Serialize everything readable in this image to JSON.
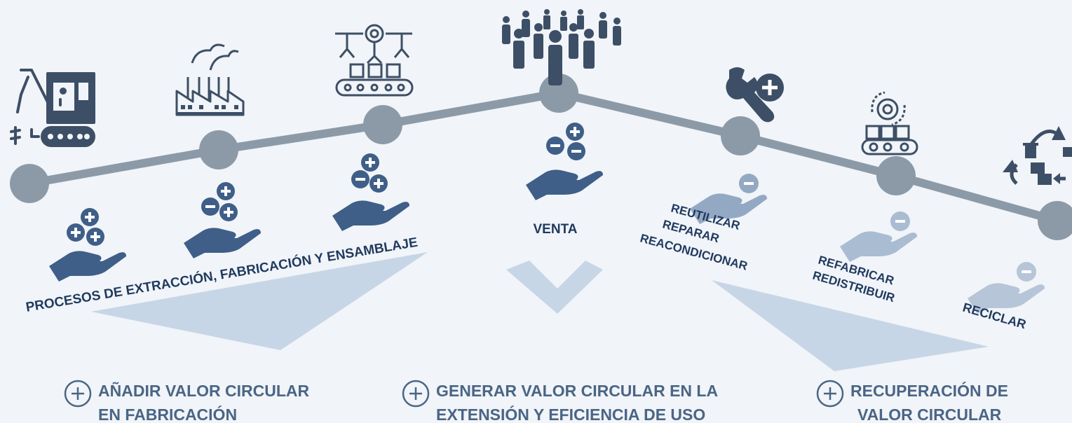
{
  "colors": {
    "background": "#f1f4f8",
    "line": "#8c9aa8",
    "node": "#8c9aa8",
    "icon": "#3d4f66",
    "hand_dark": "#3f5f88",
    "hand_light": "#93a9c3",
    "hand_lighter": "#b6c5d7",
    "label": "#1f3a5f",
    "bottom_text": "#4a6585",
    "funnel": "#c7d6e6"
  },
  "stages": [
    {
      "id": "extraccion",
      "icon": "mining-excavator-icon"
    },
    {
      "id": "fabricacion",
      "icon": "factory-icon"
    },
    {
      "id": "ensamblaje",
      "icon": "assembly-line-icon"
    },
    {
      "id": "venta",
      "icon": "crowd-icon"
    },
    {
      "id": "reutilizar",
      "icon": "wrench-plus-icon"
    },
    {
      "id": "refabricar",
      "icon": "remanufacture-conveyor-icon"
    },
    {
      "id": "reciclar",
      "icon": "recycle-cycle-icon"
    }
  ],
  "labels": {
    "procesos": "PROCESOS DE EXTRACCIÓN, FABRICACIÓN Y ENSAMBLAJE",
    "venta": "VENTA",
    "reutilizar": [
      "REUTILIZAR",
      "REPARAR",
      "REACONDICIONAR"
    ],
    "refabricar": [
      "REFABRICAR",
      "REDISTRIBUIR"
    ],
    "reciclar": "RECICLAR"
  },
  "bottom": [
    {
      "icon": "plus-circle-icon",
      "lines": [
        "AÑADIR VALOR CIRCULAR",
        "EN FABRICACIÓN"
      ]
    },
    {
      "icon": "plus-circle-icon",
      "lines": [
        "GENERAR VALOR CIRCULAR EN LA",
        "EXTENSIÓN Y EFICIENCIA DE USO"
      ]
    },
    {
      "icon": "plus-circle-icon",
      "lines": [
        "RECUPERACIÓN DE",
        "VALOR CIRCULAR"
      ]
    }
  ]
}
